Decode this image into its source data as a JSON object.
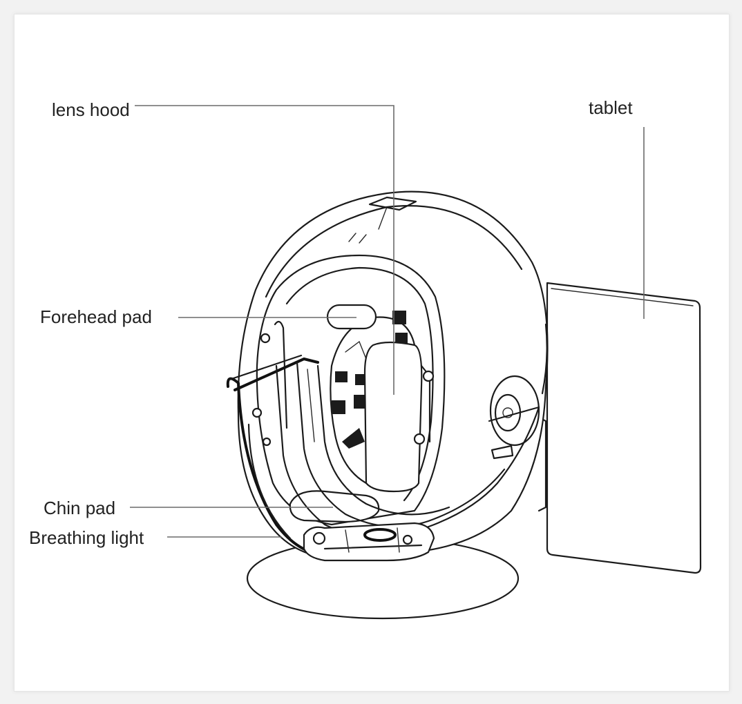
{
  "labels": {
    "lens_hood": "lens hood",
    "tablet": "tablet",
    "forehead_pad": "Forehead pad",
    "chin_pad": "Chin pad",
    "breathing_light": "Breathing light"
  },
  "colors": {
    "ink": "#1b1b1b",
    "leader": "#6a6a6a",
    "background": "#ffffff"
  }
}
